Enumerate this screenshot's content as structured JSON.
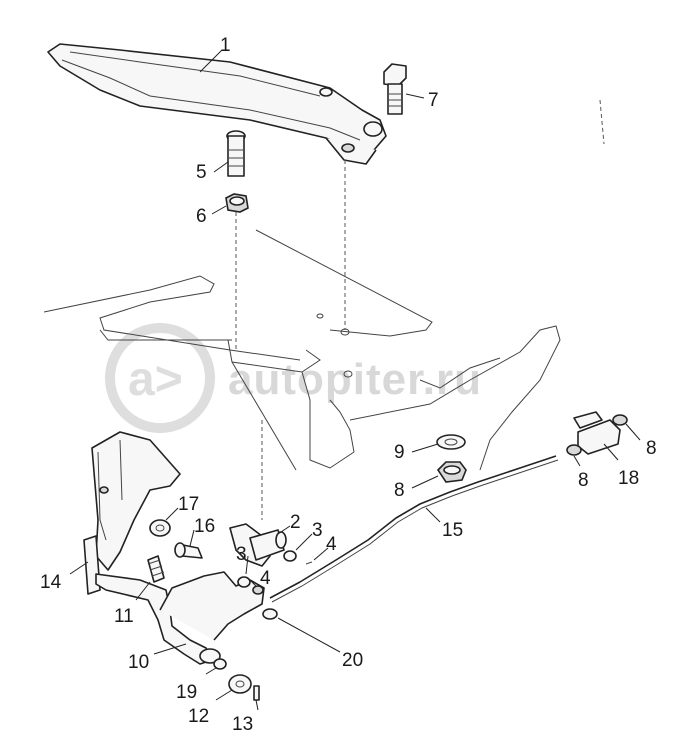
{
  "watermark": {
    "text": "autopiter.ru"
  },
  "callouts": [
    {
      "id": "c1",
      "label": "1"
    },
    {
      "id": "c7",
      "label": "7"
    },
    {
      "id": "c5",
      "label": "5"
    },
    {
      "id": "c6",
      "label": "6"
    },
    {
      "id": "c9",
      "label": "9"
    },
    {
      "id": "c8a",
      "label": "8"
    },
    {
      "id": "c8b",
      "label": "8"
    },
    {
      "id": "c8c",
      "label": "8"
    },
    {
      "id": "c18",
      "label": "18"
    },
    {
      "id": "c15",
      "label": "15"
    },
    {
      "id": "c17",
      "label": "17"
    },
    {
      "id": "c16",
      "label": "16"
    },
    {
      "id": "c2",
      "label": "2"
    },
    {
      "id": "c3a",
      "label": "3"
    },
    {
      "id": "c4a",
      "label": "4"
    },
    {
      "id": "c3b",
      "label": "3"
    },
    {
      "id": "c4b",
      "label": "4"
    },
    {
      "id": "c14",
      "label": "14"
    },
    {
      "id": "c11",
      "label": "11"
    },
    {
      "id": "c10",
      "label": "10"
    },
    {
      "id": "c20",
      "label": "20"
    },
    {
      "id": "c19",
      "label": "19"
    },
    {
      "id": "c12",
      "label": "12"
    },
    {
      "id": "c13",
      "label": "13"
    }
  ]
}
